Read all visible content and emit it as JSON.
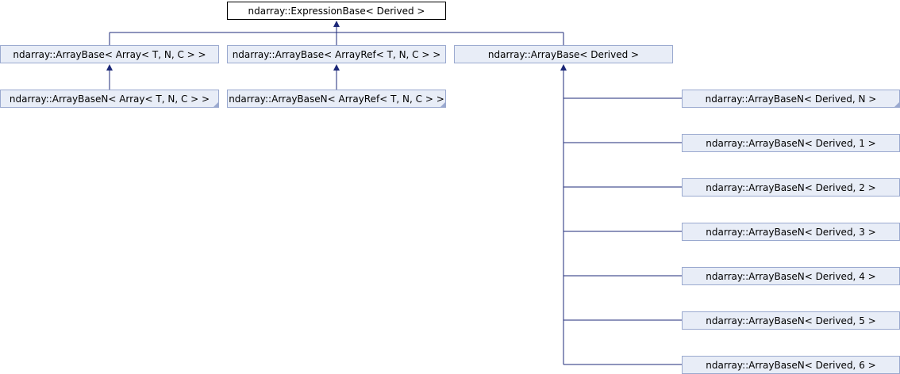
{
  "diagram": {
    "root": "ndarray::ExpressionBase< Derived >",
    "level1": [
      "ndarray::ArrayBase< Array< T, N, C > >",
      "ndarray::ArrayBase< ArrayRef< T, N, C > >",
      "ndarray::ArrayBase< Derived >"
    ],
    "level2_left": [
      "ndarray::ArrayBaseN< Array< T, N, C > >",
      "ndarray::ArrayBaseN< ArrayRef< T, N, C > >"
    ],
    "derived_children": [
      "ndarray::ArrayBaseN< Derived, N >",
      "ndarray::ArrayBaseN< Derived, 1 >",
      "ndarray::ArrayBaseN< Derived, 2 >",
      "ndarray::ArrayBaseN< Derived, 3 >",
      "ndarray::ArrayBaseN< Derived, 4 >",
      "ndarray::ArrayBaseN< Derived, 5 >",
      "ndarray::ArrayBaseN< Derived, 6 >"
    ],
    "colors": {
      "node_fill": "#e8edf7",
      "node_border": "#9aa9cf",
      "edge": "#1c2878",
      "root_fill": "#ffffff",
      "root_border": "#000000"
    }
  }
}
